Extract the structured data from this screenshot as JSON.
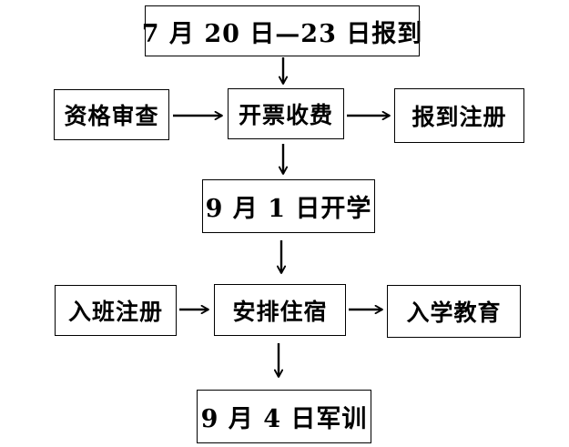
{
  "flowchart": {
    "nodes": {
      "report_dates": "7 月 20 日—23 日报到",
      "qualification": "资格审查",
      "fees": "开票收费",
      "register": "报到注册",
      "sept1": "9 月 1 日开学",
      "class_register": "入班注册",
      "dorm": "安排住宿",
      "education": "入学教育",
      "sept4": "9 月 4 日军训"
    },
    "colors": {
      "line": "#000000",
      "background": "#ffffff"
    }
  }
}
